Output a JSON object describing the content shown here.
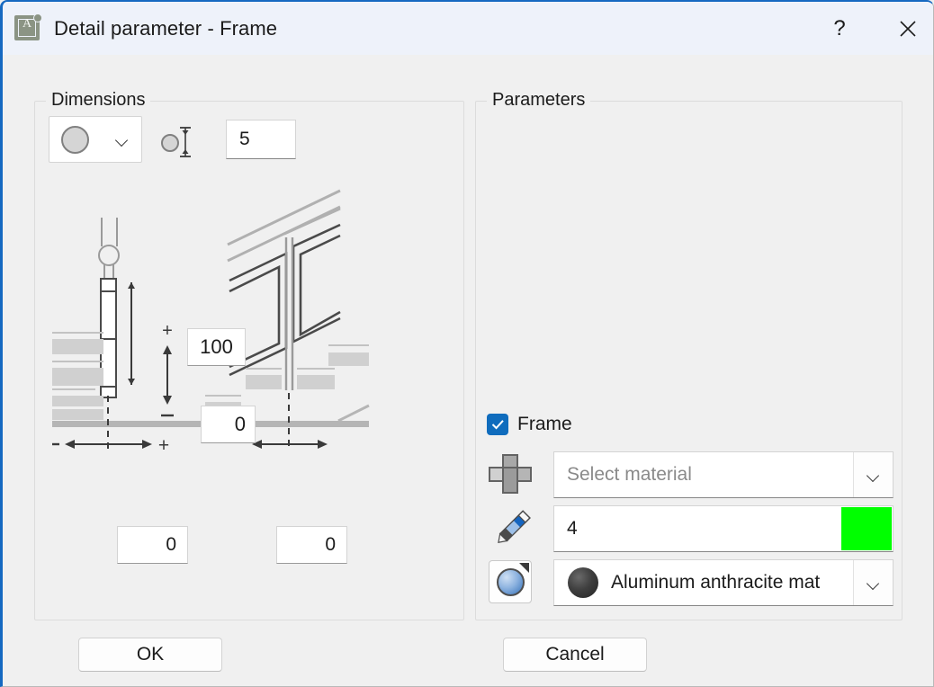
{
  "window": {
    "title": "Detail parameter - Frame",
    "icon": "archicad-app-icon",
    "icon_letter": "A",
    "help_label": "?",
    "close_label": "✕"
  },
  "dimensions": {
    "group_label": "Dimensions",
    "shape_select": {
      "icon": "circle-profile-icon",
      "chevron": "chevron-down-icon"
    },
    "thickness_icon": "circle-thickness-icon",
    "thickness_value": "5",
    "drawing": {
      "name": "frame-section-drawing",
      "markers": {
        "plus": "+",
        "minus": "−"
      }
    },
    "fields": {
      "height_value": "100",
      "offset_value": "0",
      "left_bottom_value": "0",
      "right_bottom_value": "0"
    }
  },
  "parameters": {
    "group_label": "Parameters",
    "frame_checkbox": {
      "label": "Frame",
      "checked": true,
      "accent_color": "#0f6cbd"
    },
    "material_row": {
      "icon": "material-cross-icon",
      "placeholder": "Select material",
      "chevron": "chevron-down-icon"
    },
    "pen_row": {
      "icon": "pencil-icon",
      "value": "4",
      "swatch_color": "#00ff00"
    },
    "surface_row": {
      "icon": "surface-sphere-icon",
      "preview": "dark-sphere-preview",
      "value": "Aluminum anthracite mat",
      "chevron": "chevron-down-icon"
    }
  },
  "footer": {
    "ok_label": "OK",
    "cancel_label": "Cancel"
  }
}
